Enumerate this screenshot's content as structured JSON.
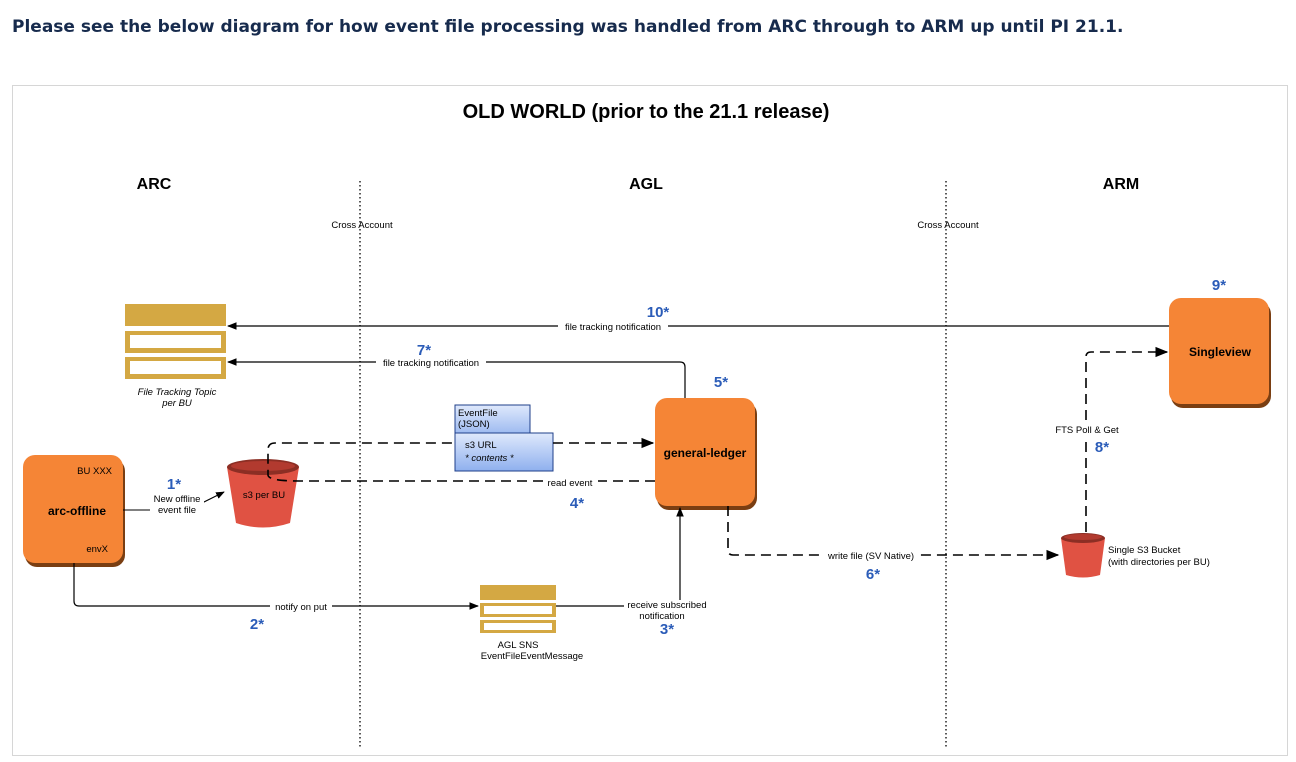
{
  "page": {
    "heading": "Please see the below diagram for how event file processing was handled from ARC through to ARM up until PI 21.1."
  },
  "diagram": {
    "title": "OLD WORLD (prior to the 21.1 release)",
    "columns": {
      "arc": "ARC",
      "agl": "AGL",
      "arm": "ARM"
    },
    "boundaries": {
      "left": "Cross Account",
      "right": "Cross Account"
    },
    "nodes": {
      "arc_offline": {
        "label": "arc-offline",
        "corner_top": "BU XXX",
        "corner_bottom": "envX"
      },
      "s3_per_bu": {
        "label": "s3 per BU"
      },
      "file_tracking_topic": {
        "line1": "File Tracking Topic",
        "line2": "per BU"
      },
      "general_ledger": {
        "label": "general-ledger"
      },
      "singleview": {
        "label": "Singleview"
      },
      "agl_sns": {
        "line1": "AGL SNS",
        "line2": "EventFileEventMessage"
      },
      "single_s3": {
        "line1": "Single S3 Bucket",
        "line2": "(with directories per BU)"
      },
      "event_file_doc": {
        "line1": "EventFile",
        "line2": "(JSON)"
      },
      "s3_url_doc": {
        "line1": "s3 URL",
        "line2": "* contents *"
      }
    },
    "edges": {
      "new_offline": {
        "line1": "New offline",
        "line2": "event file"
      },
      "notify_on_put": "notify on put",
      "receive_subscribed": {
        "line1": "receive subscribed",
        "line2": "notification"
      },
      "read_event": "read event",
      "write_file": "write file (SV Native)",
      "fts_poll": "FTS Poll & Get",
      "tracking_7": "file tracking notification",
      "tracking_10": "file tracking notification"
    },
    "steps": {
      "s1": "1*",
      "s2": "2*",
      "s3": "3*",
      "s4": "4*",
      "s5": "5*",
      "s6": "6*",
      "s7": "7*",
      "s8": "8*",
      "s9": "9*",
      "s10": "10*"
    },
    "colors": {
      "orange": "#f58536",
      "orange_shadow": "#7a3e12",
      "bucket_red": "#e05243",
      "bucket_dark": "#8c2e24",
      "sns_gold": "#d4a843",
      "doc_blue": "#a9c4f5",
      "step_blue": "#2b5cb8"
    }
  }
}
